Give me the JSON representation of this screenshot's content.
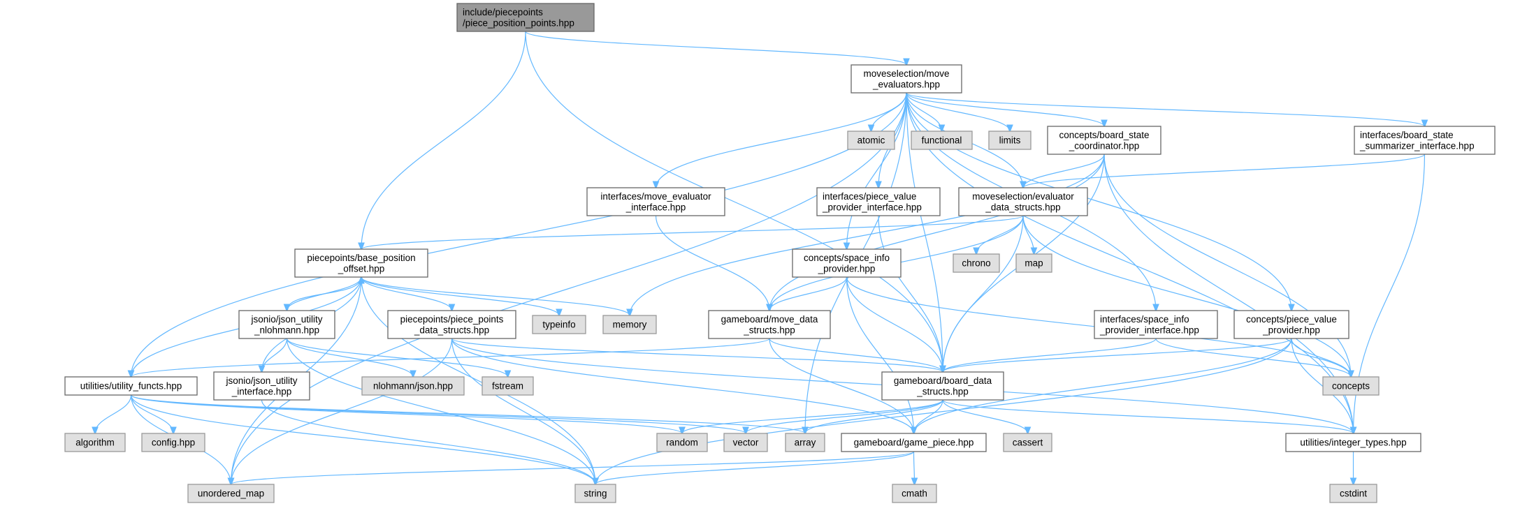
{
  "colors": {
    "edge": "#63b8ff",
    "root_fill": "#999999",
    "root_stroke": "#666666",
    "file_fill": "#ffffff",
    "file_stroke": "#666666",
    "system_fill": "#e0e0e0",
    "system_stroke": "#999999"
  },
  "nodes": [
    {
      "id": "root",
      "kind": "root",
      "lines": [
        "include/piecepoints",
        "/piece_position_points.hpp"
      ],
      "align": "left"
    },
    {
      "id": "move_evaluators",
      "kind": "file",
      "lines": [
        "moveselection/move",
        "_evaluators.hpp"
      ]
    },
    {
      "id": "atomic",
      "kind": "system",
      "lines": [
        "atomic"
      ]
    },
    {
      "id": "functional",
      "kind": "system",
      "lines": [
        "functional"
      ]
    },
    {
      "id": "limits",
      "kind": "system",
      "lines": [
        "limits"
      ]
    },
    {
      "id": "board_state_coordinator",
      "kind": "file",
      "lines": [
        "concepts/board_state",
        "_coordinator.hpp"
      ]
    },
    {
      "id": "board_state_summarizer",
      "kind": "file",
      "lines": [
        "interfaces/board_state",
        "_summarizer_interface.hpp"
      ],
      "align": "left"
    },
    {
      "id": "move_evaluator_interface",
      "kind": "file",
      "lines": [
        "interfaces/move_evaluator",
        "_interface.hpp"
      ]
    },
    {
      "id": "piece_value_provider_interface",
      "kind": "file",
      "lines": [
        "interfaces/piece_value",
        "_provider_interface.hpp"
      ],
      "align": "left"
    },
    {
      "id": "evaluator_data_structs",
      "kind": "file",
      "lines": [
        "moveselection/evaluator",
        "_data_structs.hpp"
      ]
    },
    {
      "id": "base_position_offset",
      "kind": "file",
      "lines": [
        "piecepoints/base_position",
        "_offset.hpp"
      ]
    },
    {
      "id": "space_info_provider",
      "kind": "file",
      "lines": [
        "concepts/space_info",
        "_provider.hpp"
      ]
    },
    {
      "id": "chrono",
      "kind": "system",
      "lines": [
        "chrono"
      ]
    },
    {
      "id": "map",
      "kind": "system",
      "lines": [
        "map"
      ]
    },
    {
      "id": "json_utility_nlohmann",
      "kind": "file",
      "lines": [
        "jsonio/json_utility",
        "_nlohmann.hpp"
      ]
    },
    {
      "id": "piece_points_data_structs",
      "kind": "file",
      "lines": [
        "piecepoints/piece_points",
        "_data_structs.hpp"
      ]
    },
    {
      "id": "typeinfo",
      "kind": "system",
      "lines": [
        "typeinfo"
      ]
    },
    {
      "id": "memory",
      "kind": "system",
      "lines": [
        "memory"
      ]
    },
    {
      "id": "move_data_structs",
      "kind": "file",
      "lines": [
        "gameboard/move_data",
        "_structs.hpp"
      ]
    },
    {
      "id": "space_info_provider_interface",
      "kind": "file",
      "lines": [
        "interfaces/space_info",
        "_provider_interface.hpp"
      ],
      "align": "left"
    },
    {
      "id": "piece_value_provider",
      "kind": "file",
      "lines": [
        "concepts/piece_value",
        "_provider.hpp"
      ]
    },
    {
      "id": "utility_functs",
      "kind": "file",
      "lines": [
        "utilities/utility_functs.hpp"
      ]
    },
    {
      "id": "json_utility_interface",
      "kind": "file",
      "lines": [
        "jsonio/json_utility",
        "_interface.hpp"
      ]
    },
    {
      "id": "nlohmann_json",
      "kind": "system",
      "lines": [
        "nlohmann/json.hpp"
      ]
    },
    {
      "id": "fstream",
      "kind": "system",
      "lines": [
        "fstream"
      ]
    },
    {
      "id": "board_data_structs",
      "kind": "file",
      "lines": [
        "gameboard/board_data",
        "_structs.hpp"
      ]
    },
    {
      "id": "concepts",
      "kind": "system",
      "lines": [
        "concepts"
      ]
    },
    {
      "id": "algorithm",
      "kind": "system",
      "lines": [
        "algorithm"
      ]
    },
    {
      "id": "config",
      "kind": "system",
      "lines": [
        "config.hpp"
      ]
    },
    {
      "id": "random",
      "kind": "system",
      "lines": [
        "random"
      ]
    },
    {
      "id": "vector",
      "kind": "system",
      "lines": [
        "vector"
      ]
    },
    {
      "id": "array",
      "kind": "system",
      "lines": [
        "array"
      ]
    },
    {
      "id": "game_piece",
      "kind": "file",
      "lines": [
        "gameboard/game_piece.hpp"
      ]
    },
    {
      "id": "cassert",
      "kind": "system",
      "lines": [
        "cassert"
      ]
    },
    {
      "id": "integer_types",
      "kind": "file",
      "lines": [
        "utilities/integer_types.hpp"
      ]
    },
    {
      "id": "unordered_map",
      "kind": "system",
      "lines": [
        "unordered_map"
      ]
    },
    {
      "id": "string",
      "kind": "system",
      "lines": [
        "string"
      ]
    },
    {
      "id": "cmath",
      "kind": "system",
      "lines": [
        "cmath"
      ]
    },
    {
      "id": "cstdint",
      "kind": "system",
      "lines": [
        "cstdint"
      ]
    }
  ],
  "edges": [
    [
      "root",
      "move_evaluators"
    ],
    [
      "root",
      "base_position_offset"
    ],
    [
      "root",
      "board_data_structs"
    ],
    [
      "move_evaluators",
      "unordered_map"
    ],
    [
      "move_evaluators",
      "utility_functs"
    ],
    [
      "move_evaluators",
      "move_evaluator_interface"
    ],
    [
      "move_evaluators",
      "piece_value_provider_interface"
    ],
    [
      "move_evaluators",
      "space_info_provider"
    ],
    [
      "move_evaluators",
      "evaluator_data_structs"
    ],
    [
      "move_evaluators",
      "atomic"
    ],
    [
      "move_evaluators",
      "functional"
    ],
    [
      "move_evaluators",
      "limits"
    ],
    [
      "move_evaluators",
      "board_state_coordinator"
    ],
    [
      "move_evaluators",
      "board_state_summarizer"
    ],
    [
      "move_evaluators",
      "board_data_structs"
    ],
    [
      "move_evaluators",
      "array"
    ],
    [
      "move_evaluators",
      "space_info_provider_interface"
    ],
    [
      "move_evaluators",
      "piece_value_provider"
    ],
    [
      "move_evaluators",
      "integer_types"
    ],
    [
      "board_state_coordinator",
      "evaluator_data_structs"
    ],
    [
      "board_state_coordinator",
      "memory"
    ],
    [
      "board_state_coordinator",
      "move_data_structs"
    ],
    [
      "board_state_coordinator",
      "board_data_structs"
    ],
    [
      "board_state_coordinator",
      "concepts"
    ],
    [
      "board_state_coordinator",
      "integer_types"
    ],
    [
      "board_state_summarizer",
      "evaluator_data_structs"
    ],
    [
      "board_state_summarizer",
      "integer_types"
    ],
    [
      "evaluator_data_structs",
      "base_position_offset"
    ],
    [
      "evaluator_data_structs",
      "move_data_structs"
    ],
    [
      "evaluator_data_structs",
      "chrono"
    ],
    [
      "evaluator_data_structs",
      "map"
    ],
    [
      "evaluator_data_structs",
      "board_data_structs"
    ],
    [
      "evaluator_data_structs",
      "concepts"
    ],
    [
      "move_evaluator_interface",
      "move_data_structs"
    ],
    [
      "piece_value_provider_interface",
      "board_data_structs"
    ],
    [
      "space_info_provider",
      "move_data_structs"
    ],
    [
      "space_info_provider",
      "board_data_structs"
    ],
    [
      "space_info_provider",
      "game_piece"
    ],
    [
      "space_info_provider",
      "concepts"
    ],
    [
      "base_position_offset",
      "json_utility_nlohmann"
    ],
    [
      "base_position_offset",
      "piece_points_data_structs"
    ],
    [
      "base_position_offset",
      "typeinfo"
    ],
    [
      "base_position_offset",
      "memory"
    ],
    [
      "base_position_offset",
      "utility_functs"
    ],
    [
      "base_position_offset",
      "json_utility_interface"
    ],
    [
      "base_position_offset",
      "unordered_map"
    ],
    [
      "base_position_offset",
      "string"
    ],
    [
      "json_utility_nlohmann",
      "base_position_offset"
    ],
    [
      "json_utility_nlohmann",
      "json_utility_interface"
    ],
    [
      "json_utility_nlohmann",
      "nlohmann_json"
    ],
    [
      "json_utility_nlohmann",
      "fstream"
    ],
    [
      "json_utility_nlohmann",
      "string"
    ],
    [
      "piece_points_data_structs",
      "board_data_structs"
    ],
    [
      "piece_points_data_structs",
      "game_piece"
    ],
    [
      "piece_points_data_structs",
      "string"
    ],
    [
      "piece_points_data_structs",
      "unordered_map"
    ],
    [
      "piece_points_data_structs",
      "integer_types"
    ],
    [
      "move_data_structs",
      "utility_functs"
    ],
    [
      "move_data_structs",
      "board_data_structs"
    ],
    [
      "move_data_structs",
      "game_piece"
    ],
    [
      "utility_functs",
      "algorithm"
    ],
    [
      "utility_functs",
      "config"
    ],
    [
      "utility_functs",
      "unordered_map"
    ],
    [
      "utility_functs",
      "string"
    ],
    [
      "utility_functs",
      "random"
    ],
    [
      "utility_functs",
      "vector"
    ],
    [
      "utility_functs",
      "array"
    ],
    [
      "json_utility_interface",
      "string"
    ],
    [
      "board_data_structs",
      "random"
    ],
    [
      "board_data_structs",
      "vector"
    ],
    [
      "board_data_structs",
      "array"
    ],
    [
      "board_data_structs",
      "game_piece"
    ],
    [
      "board_data_structs",
      "cassert"
    ],
    [
      "board_data_structs",
      "integer_types"
    ],
    [
      "space_info_provider_interface",
      "board_data_structs"
    ],
    [
      "space_info_provider_interface",
      "concepts"
    ],
    [
      "piece_value_provider",
      "board_data_structs"
    ],
    [
      "piece_value_provider",
      "game_piece"
    ],
    [
      "piece_value_provider",
      "concepts"
    ],
    [
      "piece_value_provider",
      "integer_types"
    ],
    [
      "piece_value_provider",
      "string"
    ],
    [
      "game_piece",
      "cmath"
    ],
    [
      "game_piece",
      "string"
    ],
    [
      "game_piece",
      "unordered_map"
    ],
    [
      "integer_types",
      "cstdint"
    ]
  ]
}
